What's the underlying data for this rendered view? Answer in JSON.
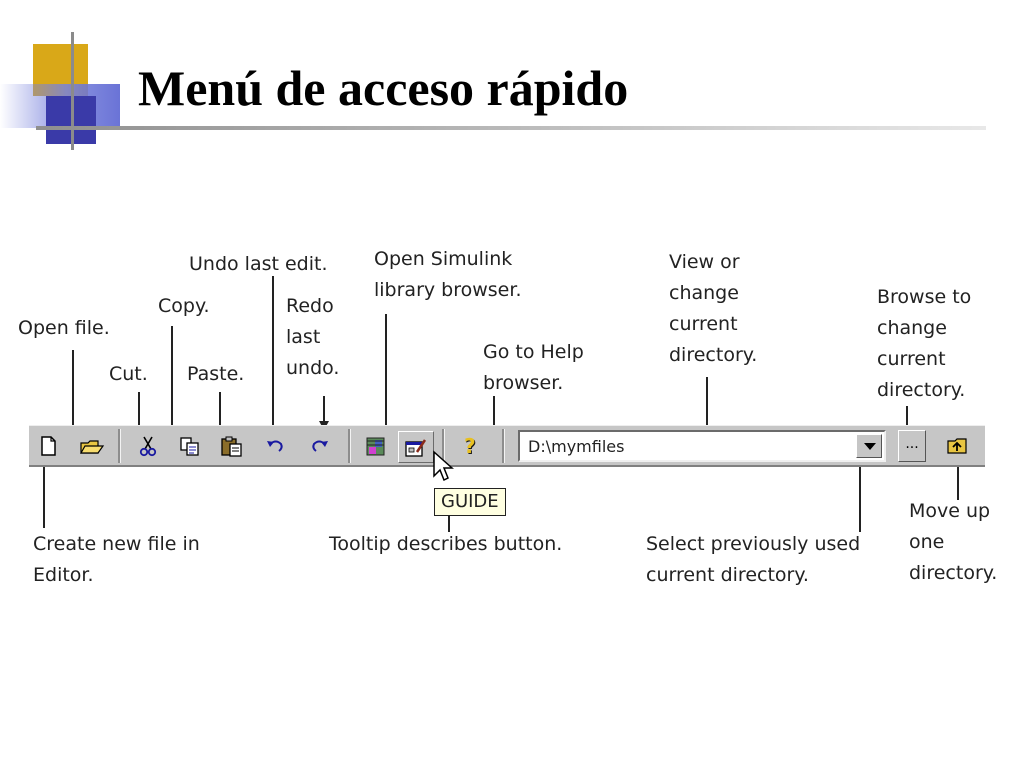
{
  "slide": {
    "title": "Menú de acceso rápido"
  },
  "labels": {
    "open_file": "Open file.",
    "cut": "Cut.",
    "copy": "Copy.",
    "paste": "Paste.",
    "undo": "Undo last edit.",
    "redo": "Redo\nlast\nundo.",
    "simulink": "Open Simulink\nlibrary browser.",
    "help": "Go to Help\nbrowser.",
    "view_dir": "View or\nchange\ncurrent\ndirectory.",
    "browse_dir": "Browse to\nchange\ncurrent\ndirectory.",
    "new_file": "Create new file in\nEditor.",
    "tooltip_desc": "Tooltip describes button.",
    "select_prev": "Select previously used\ncurrent directory.",
    "move_up": "Move up\none\ndirectory."
  },
  "toolbar": {
    "current_directory": "D:\\mymfiles",
    "browse_label": "...",
    "tooltip": "GUIDE"
  },
  "icons": [
    "new-file-icon",
    "open-folder-icon",
    "cut-icon",
    "copy-icon",
    "paste-icon",
    "undo-icon",
    "redo-icon",
    "simulink-icon",
    "guide-icon",
    "help-icon",
    "dropdown-arrow-icon",
    "folder-up-icon",
    "mouse-pointer-icon"
  ],
  "colors": {
    "toolbar": "#c6c6c6",
    "tooltip": "#ffffe1",
    "accent_gold": "#d9a818",
    "accent_blue": "#3a3aa8"
  }
}
